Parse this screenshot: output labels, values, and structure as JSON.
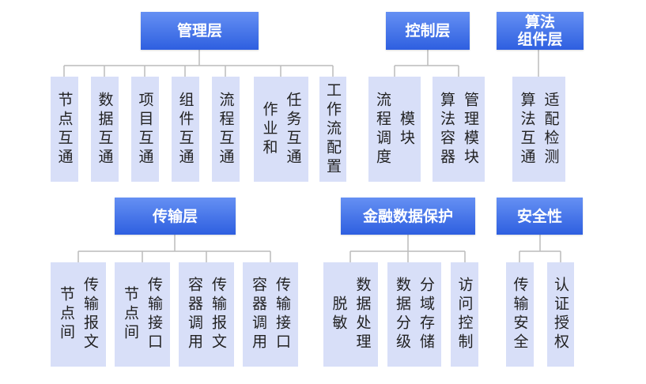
{
  "management": {
    "title": "管理层",
    "nodes": [
      {
        "cols": [
          "节点互通"
        ]
      },
      {
        "cols": [
          "数据互通"
        ]
      },
      {
        "cols": [
          "项目互通"
        ]
      },
      {
        "cols": [
          "组件互通"
        ]
      },
      {
        "cols": [
          "流程互通"
        ]
      },
      {
        "cols": [
          "作业和",
          "任务互通"
        ]
      },
      {
        "cols": [
          "工作流配置"
        ]
      }
    ]
  },
  "control": {
    "title": "控制层",
    "nodes": [
      {
        "cols": [
          "流程调度",
          "模块"
        ]
      },
      {
        "cols": [
          "算法容器",
          "管理模块"
        ]
      }
    ]
  },
  "algorithm": {
    "title_lines": [
      "算法",
      "组件层"
    ],
    "nodes": [
      {
        "cols": [
          "算法互通",
          "适配检测"
        ]
      }
    ]
  },
  "transport": {
    "title": "传输层",
    "nodes": [
      {
        "cols": [
          "节点间",
          "传输报文"
        ]
      },
      {
        "cols": [
          "节点间",
          "传输接口"
        ]
      },
      {
        "cols": [
          "容器调用",
          "传输报文"
        ]
      },
      {
        "cols": [
          "容器调用",
          "传输接口"
        ]
      }
    ]
  },
  "finance": {
    "title": "金融数据保护",
    "nodes": [
      {
        "cols": [
          "脱敏",
          "数据处理"
        ]
      },
      {
        "cols": [
          "数据分级",
          "分域存储"
        ]
      },
      {
        "cols": [
          "访问控制"
        ]
      }
    ]
  },
  "security": {
    "title": "安全性",
    "nodes": [
      {
        "cols": [
          "传输安全"
        ]
      },
      {
        "cols": [
          "认证授权"
        ]
      }
    ]
  },
  "colors": {
    "header": "#2e5fe0",
    "node": "#d8dff8",
    "line": "#bcbcbc"
  }
}
